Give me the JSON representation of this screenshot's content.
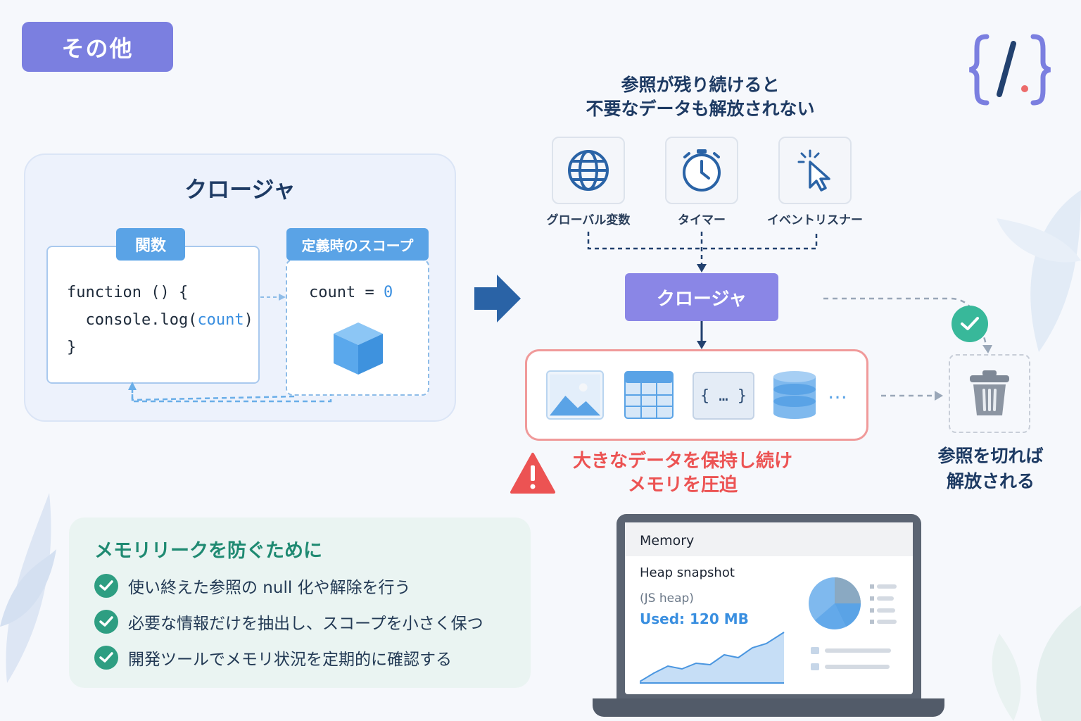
{
  "category_badge": "その他",
  "closure_section": {
    "title": "クロージャ",
    "function_tag": "関数",
    "scope_tag": "定義時のスコープ",
    "code_line1": "function () {",
    "code_line2_prefix": "  console.log(",
    "code_line2_var": "count",
    "code_line2_suffix": ")",
    "code_line3": "}",
    "scope_var": "count = ",
    "scope_value": "0"
  },
  "flow": {
    "heading_line1": "参照が残り続けると",
    "heading_line2": "不要なデータも解放されない",
    "sources": [
      {
        "label": "グローバル変数",
        "icon": "globe-icon"
      },
      {
        "label": "タイマー",
        "icon": "stopwatch-icon"
      },
      {
        "label": "イベントリスナー",
        "icon": "cursor-click-icon"
      }
    ],
    "closure_node": "クロージャ",
    "data_items": [
      "image-icon",
      "table-icon",
      "object-braces-icon",
      "database-icon",
      "more-dots-icon"
    ],
    "object_label": "{ … }",
    "ellipsis": "…",
    "warning_line1": "大きなデータを保持し続け",
    "warning_line2": "メモリを圧迫",
    "release_line1": "参照を切れば",
    "release_line2": "解放される"
  },
  "tips": {
    "title": "メモリリークを防ぐために",
    "items": [
      "使い終えた参照の null 化や解除を行う",
      "必要な情報だけを抽出し、スコープを小さく保つ",
      "開発ツールでメモリ状況を定期的に確認する"
    ]
  },
  "memory_panel": {
    "title": "Memory",
    "snapshot": "Heap snapshot",
    "sub": "(JS heap)",
    "used": "Used: 120 MB"
  },
  "colors": {
    "badge": "#7b7fe0",
    "accent_blue": "#5aa3e6",
    "closure_node": "#8a86e6",
    "warning_red": "#ec5353",
    "tip_green": "#2e9e82"
  }
}
